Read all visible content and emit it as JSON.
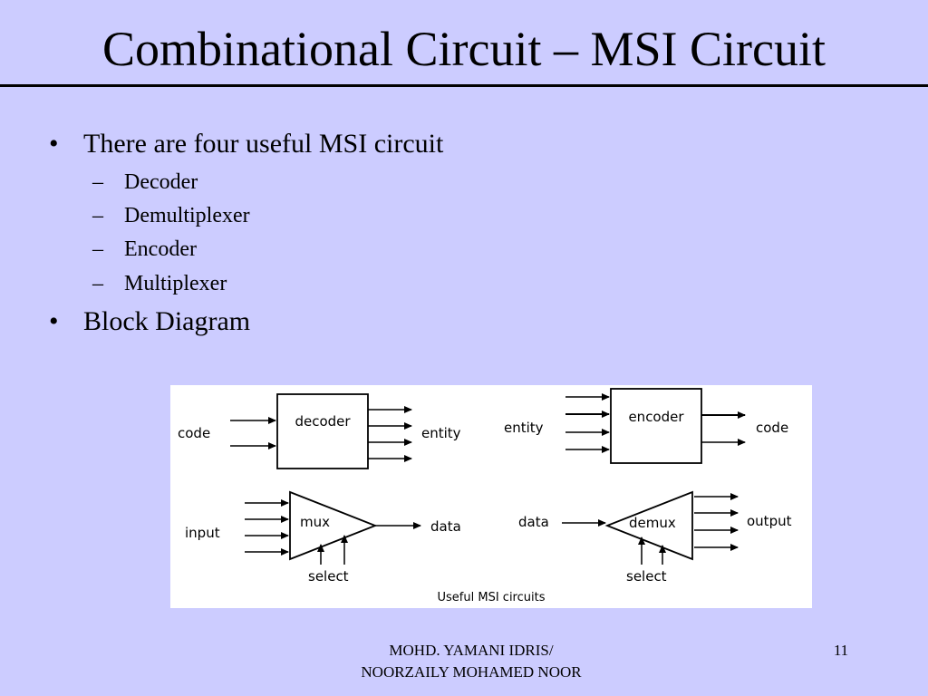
{
  "slide": {
    "title": "Combinational Circuit – MSI Circuit",
    "bullets": [
      {
        "text": "There are four useful MSI circuit",
        "subitems": [
          "Decoder",
          "Demultiplexer",
          "Encoder",
          "Multiplexer"
        ]
      },
      {
        "text": "Block Diagram"
      }
    ],
    "bullet_char": "•",
    "dash_char": "–"
  },
  "diagram": {
    "caption": "Useful MSI circuits",
    "decoder": {
      "label": "decoder",
      "input_label": "code",
      "output_label": "entity"
    },
    "encoder": {
      "label": "encoder",
      "input_label": "entity",
      "output_label": "code"
    },
    "mux": {
      "label": "mux",
      "input_label": "input",
      "output_label": "data",
      "select_label": "select"
    },
    "demux": {
      "label": "demux",
      "input_label": "data",
      "output_label": "output",
      "select_label": "select"
    }
  },
  "footer": {
    "author_line1": "MOHD. YAMANI IDRIS/",
    "author_line2": "NOORZAILY MOHAMED NOOR",
    "page_number": "11"
  }
}
